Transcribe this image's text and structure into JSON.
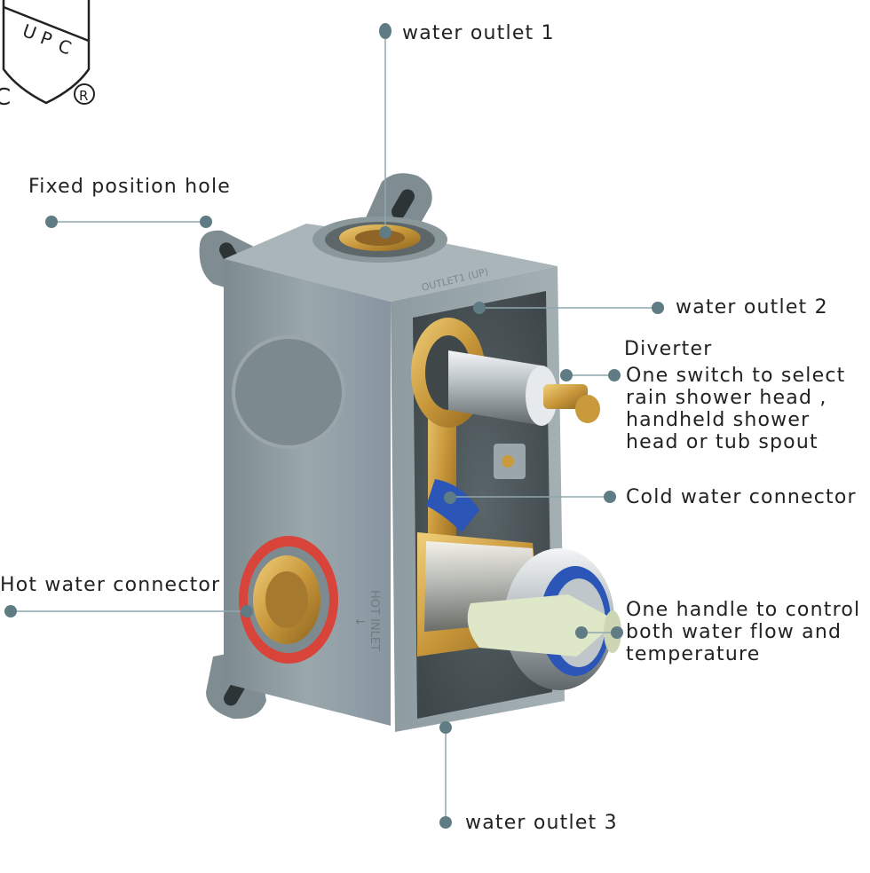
{
  "certification": {
    "mark_letters": "UPC",
    "registered_symbol": "®",
    "partial_letter": "C"
  },
  "callouts": {
    "water_outlet_1": "water outlet 1",
    "fixed_position_hole": "Fixed position hole",
    "water_outlet_2": "water outlet 2",
    "diverter_title": "Diverter",
    "diverter_line1": "One switch to select",
    "diverter_line2": "rain shower head ,",
    "diverter_line3": "handheld shower",
    "diverter_line4": "head or tub spout",
    "cold_water_connector": "Cold water connector",
    "hot_water_connector": "Hot water connector",
    "handle_line1": "One handle to control",
    "handle_line2": "both water flow and",
    "handle_line3": "temperature",
    "water_outlet_3": "water outlet 3"
  },
  "embossed_text": {
    "top": "OUTLET1 (UP)",
    "side": "HOT INLET"
  },
  "colors": {
    "dot": "#5f7c84",
    "leader_line": "#8fa6ad",
    "body": "#8c9a9f",
    "body_light": "#a7b3b7",
    "brass": "#c99a3c",
    "chrome": "#d8dde0",
    "hot_ring": "#d8433a",
    "cold_ring": "#2b56b8"
  }
}
